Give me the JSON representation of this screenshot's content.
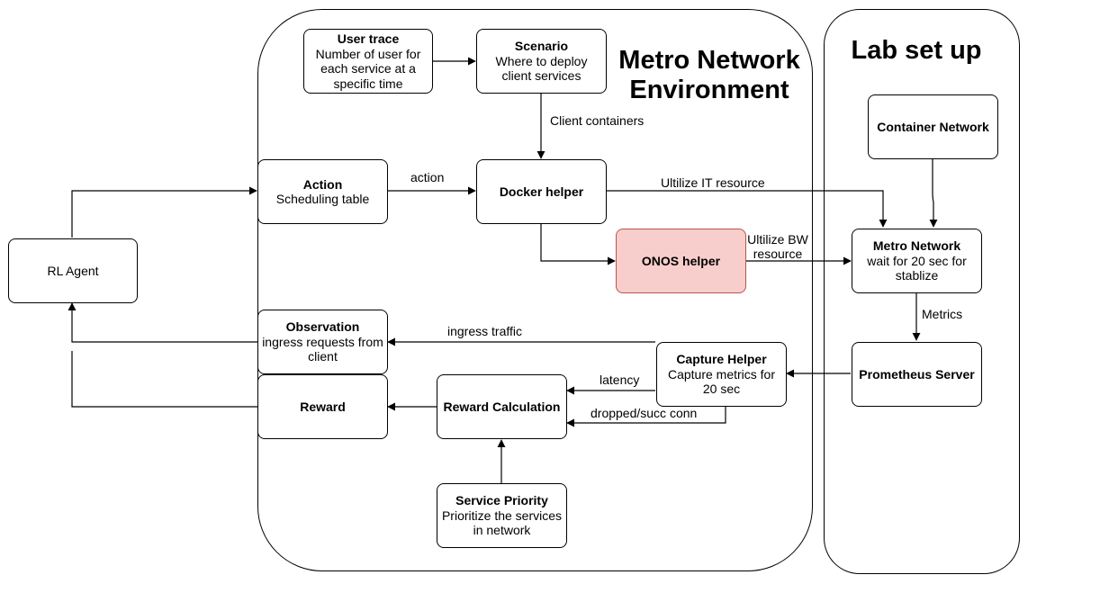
{
  "environment": {
    "title_line1": "Metro Network",
    "title_line2": "Environment",
    "user_trace": {
      "title": "User trace",
      "desc": "Number of user for each service at a specific time"
    },
    "scenario": {
      "title": "Scenario",
      "desc": "Where to deploy client services"
    },
    "action": {
      "title": "Action",
      "desc": "Scheduling table"
    },
    "docker_helper": {
      "title": "Docker helper"
    },
    "onos_helper": {
      "title": "ONOS helper"
    },
    "observation": {
      "title": "Observation",
      "desc": "ingress requests from client"
    },
    "reward": {
      "title": "Reward"
    },
    "reward_calc": {
      "title": "Reward Calculation"
    },
    "capture_helper": {
      "title": "Capture Helper",
      "desc": "Capture metrics for 20 sec"
    },
    "service_priority": {
      "title": "Service Priority",
      "desc": "Prioritize the services in network"
    }
  },
  "lab": {
    "title": "Lab set up",
    "container_network": {
      "title": "Container Network"
    },
    "metro_network": {
      "title": "Metro Network",
      "desc": "wait for 20 sec for stablize"
    },
    "prometheus": {
      "title": "Prometheus Server"
    }
  },
  "agent": {
    "label": "RL Agent"
  },
  "edges": {
    "client_containers": "Client containers",
    "action": "action",
    "utilize_it": "Ultilize IT resource",
    "utilize_bw_line1": "Ultilize BW",
    "utilize_bw_line2": "resource",
    "metrics": "Metrics",
    "ingress_traffic": "ingress traffic",
    "latency": "latency",
    "dropped": "dropped/succ conn"
  },
  "colors": {
    "onos_fill": "#f8cecc",
    "onos_stroke": "#b85450",
    "line": "#000000"
  }
}
